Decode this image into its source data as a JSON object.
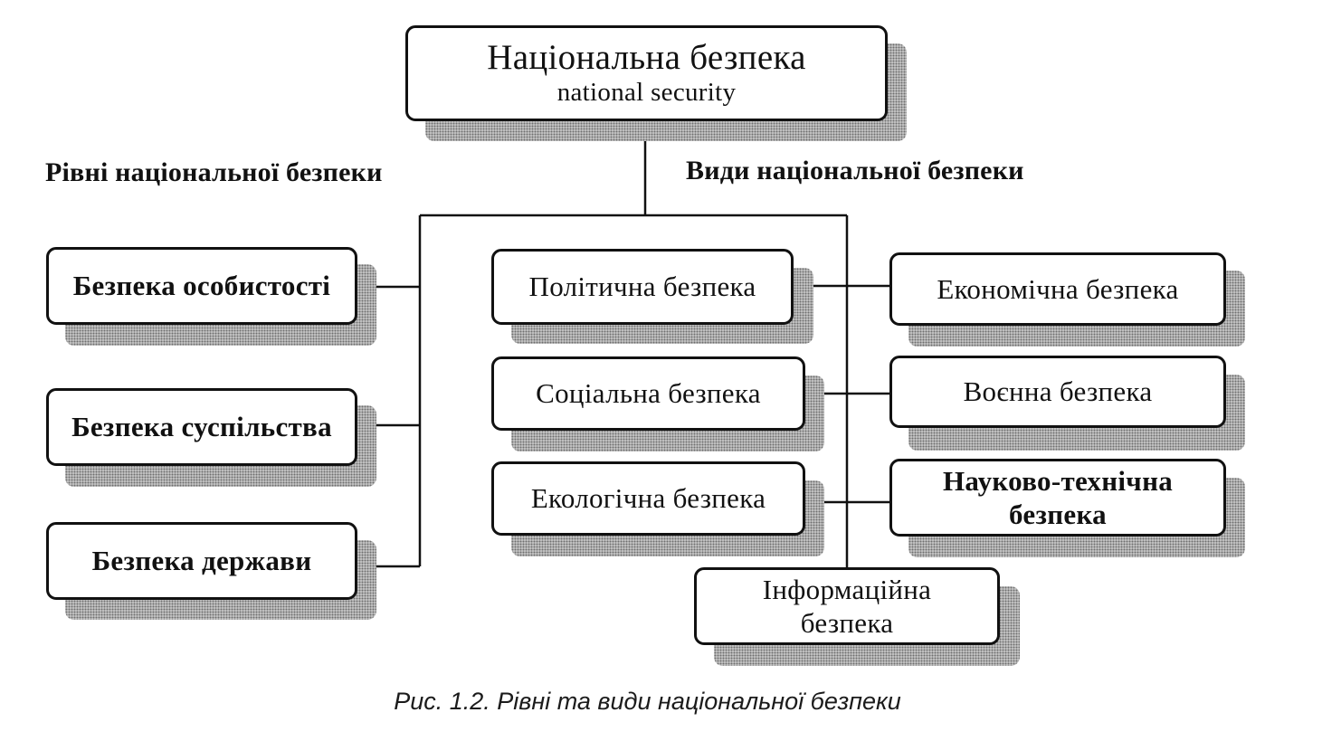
{
  "root": {
    "title": "Національна безпека",
    "subtitle": "national security"
  },
  "headings": {
    "levels": "Рівні національної безпеки",
    "types": "Види національної безпеки"
  },
  "levels": [
    "Безпека особистості",
    "Безпека суспільства",
    "Безпека держави"
  ],
  "types_left": [
    "Політична безпека",
    "Соціальна безпека",
    "Екологічна безпека"
  ],
  "types_right": [
    "Економічна безпека",
    "Воєнна безпека",
    "Науково-технічна безпека"
  ],
  "types_bottom": "Інформаційна безпека",
  "caption": "Рис. 1.2. Рівні та види національної безпеки"
}
